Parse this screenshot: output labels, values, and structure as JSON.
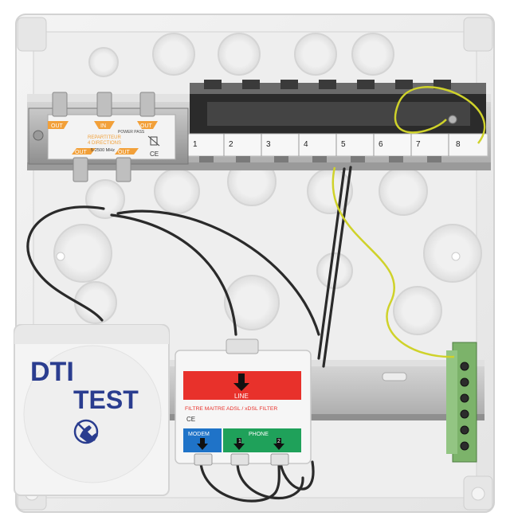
{
  "splitter": {
    "port_out_left": "OUT",
    "port_in": "IN",
    "port_out_right": "OUT",
    "port_out_bottom_left": "OUT",
    "port_out_bottom_right": "OUT",
    "power_pass": "POWER PASS",
    "name_line1": "REPARTITEUR",
    "name_line2": "4 DIRECTIONS",
    "frequency": "5-2500 MHz",
    "ce_mark": "CE"
  },
  "rj45_bar": {
    "ports": [
      "1",
      "2",
      "3",
      "4",
      "5",
      "6",
      "7",
      "8"
    ]
  },
  "dti_module": {
    "line1": "DTI",
    "line2": "TEST"
  },
  "filter": {
    "line_label": "LINE",
    "title": "FILTRE MAITRE ADSL / xDSL FILTER",
    "ce_mark": "CE",
    "modem_label": "MODEM",
    "phone_label": "PHONE",
    "phone_port_1": "1",
    "phone_port_2": "2"
  },
  "colors": {
    "line_red": "#e8312b",
    "modem_blue": "#1f73c8",
    "phone_green": "#1fa15a",
    "dti_text_blue": "#2a3d8f",
    "earth_yellow": "#cfd22a",
    "terminal_green": "#7cb36a",
    "splitter_orange": "#f2a039"
  }
}
